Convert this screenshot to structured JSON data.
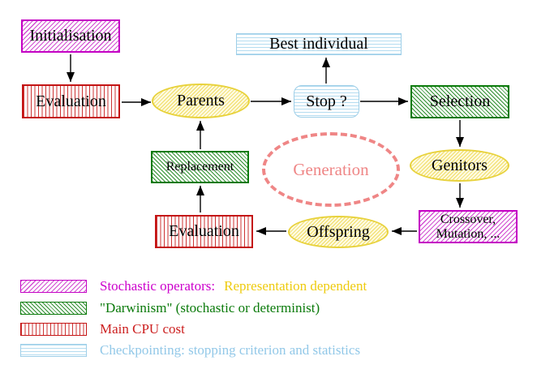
{
  "diagram": {
    "title_semantic": "evolutionary-algorithm-flowchart",
    "nodes": {
      "initialisation": "Initialisation",
      "evaluation_top": "Evaluation",
      "parents": "Parents",
      "best_individual": "Best individual",
      "stop": "Stop ?",
      "selection": "Selection",
      "replacement": "Replacement",
      "generation": "Generation",
      "genitors": "Genitors",
      "crossover_line1": "Crossover,",
      "crossover_line2": "Mutation, ...",
      "offspring": "Offspring",
      "evaluation_bottom": "Evaluation"
    }
  },
  "legend": {
    "items": [
      {
        "swatch": "magenta-diagonal-hatch",
        "text": "Stochastic operators:",
        "text2": "Representation dependent",
        "text_color": "#cc00cc",
        "text2_color": "#eecb0e"
      },
      {
        "swatch": "green-diagonal-hatch",
        "text": "\"Darwinism\" (stochastic or determinist)",
        "text_color": "#0a7a0a"
      },
      {
        "swatch": "red-vertical-stripes",
        "text": "Main CPU cost",
        "text_color": "#cc1f1f"
      },
      {
        "swatch": "cyan-horizontal-stripes",
        "text": "Checkpointing: stopping criterion and statistics",
        "text_color": "#92c8e8"
      }
    ]
  },
  "colors": {
    "stochastic_magenta": "#c400c4",
    "darwinism_green": "#0a7a0a",
    "cpu_cost_red": "#c41414",
    "checkpointing_cyan": "#9fcfe8",
    "yellow_node_border": "#e8d23c",
    "generation_coral": "#ef8686",
    "arrow_black": "#000000",
    "node_text_black": "#000000",
    "background_white": "#ffffff"
  }
}
